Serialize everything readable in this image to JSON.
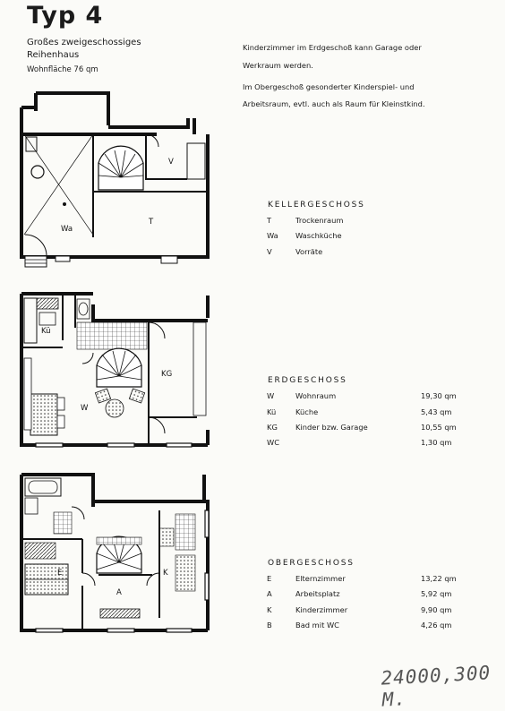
{
  "header": {
    "title": "Typ 4",
    "subtitle1": "Großes zweigeschossiges",
    "subtitle2": "Reihenhaus",
    "area": "Wohnfläche 76 qm"
  },
  "description": {
    "line1": "Kinderzimmer im Erdgeschoß kann Garage oder",
    "line2": "Werkraum werden.",
    "line3": "Im Obergeschoß gesonderter Kinderspiel- und",
    "line4": "Arbeitsraum, evtl. auch als Raum für Kleinstkind."
  },
  "keller": {
    "title": "KELLERGESCHOSS",
    "rows": [
      {
        "code": "T",
        "name": "Trockenraum"
      },
      {
        "code": "Wa",
        "name": "Waschküche"
      },
      {
        "code": "V",
        "name": "Vorräte"
      }
    ]
  },
  "erd": {
    "title": "ERDGESCHOSS",
    "rows": [
      {
        "code": "W",
        "name": "Wohnraum",
        "area": "19,30 qm"
      },
      {
        "code": "Kü",
        "name": "Küche",
        "area": "5,43 qm"
      },
      {
        "code": "KG",
        "name": "Kinder bzw. Garage",
        "area": "10,55 qm"
      },
      {
        "code": "WC",
        "name": "",
        "area": "1,30 qm"
      }
    ]
  },
  "ober": {
    "title": "OBERGESCHOSS",
    "rows": [
      {
        "code": "E",
        "name": "Elternzimmer",
        "area": "13,22 qm"
      },
      {
        "code": "A",
        "name": "Arbeitsplatz",
        "area": "5,92 qm"
      },
      {
        "code": "K",
        "name": "Kinderzimmer",
        "area": "9,90 qm"
      },
      {
        "code": "B",
        "name": "Bad mit WC",
        "area": "4,26 qm"
      }
    ]
  },
  "plans": {
    "keller_labels": {
      "wa": "Wa",
      "t": "T",
      "v": "V"
    },
    "erd_labels": {
      "ku": "Kü",
      "w": "W",
      "kg": "KG"
    },
    "ober_labels": {
      "e": "E",
      "a": "A",
      "k": "K"
    }
  },
  "handwriting": "24000,300 M."
}
